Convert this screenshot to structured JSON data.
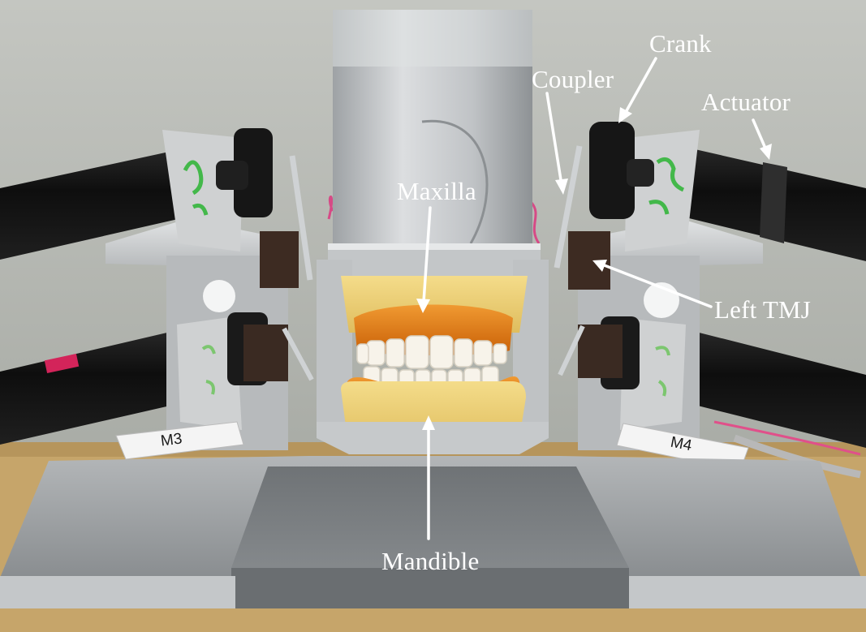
{
  "annotations": {
    "crank": "Crank",
    "coupler": "Coupler",
    "actuator": "Actuator",
    "maxilla": "Maxilla",
    "left_tmj": "Left TMJ",
    "mandible": "Mandible"
  },
  "module_tags": {
    "m3": "M3",
    "m4": "M4"
  },
  "colors": {
    "label_text": "#ffffff",
    "arrow": "#ffffff",
    "wall": "#b9bcb6",
    "actuator_body": "#141414",
    "aluminum": "#c8cacb",
    "gingiva": "#e0780f",
    "plaster": "#eecf74",
    "table": "#c6a56a"
  }
}
